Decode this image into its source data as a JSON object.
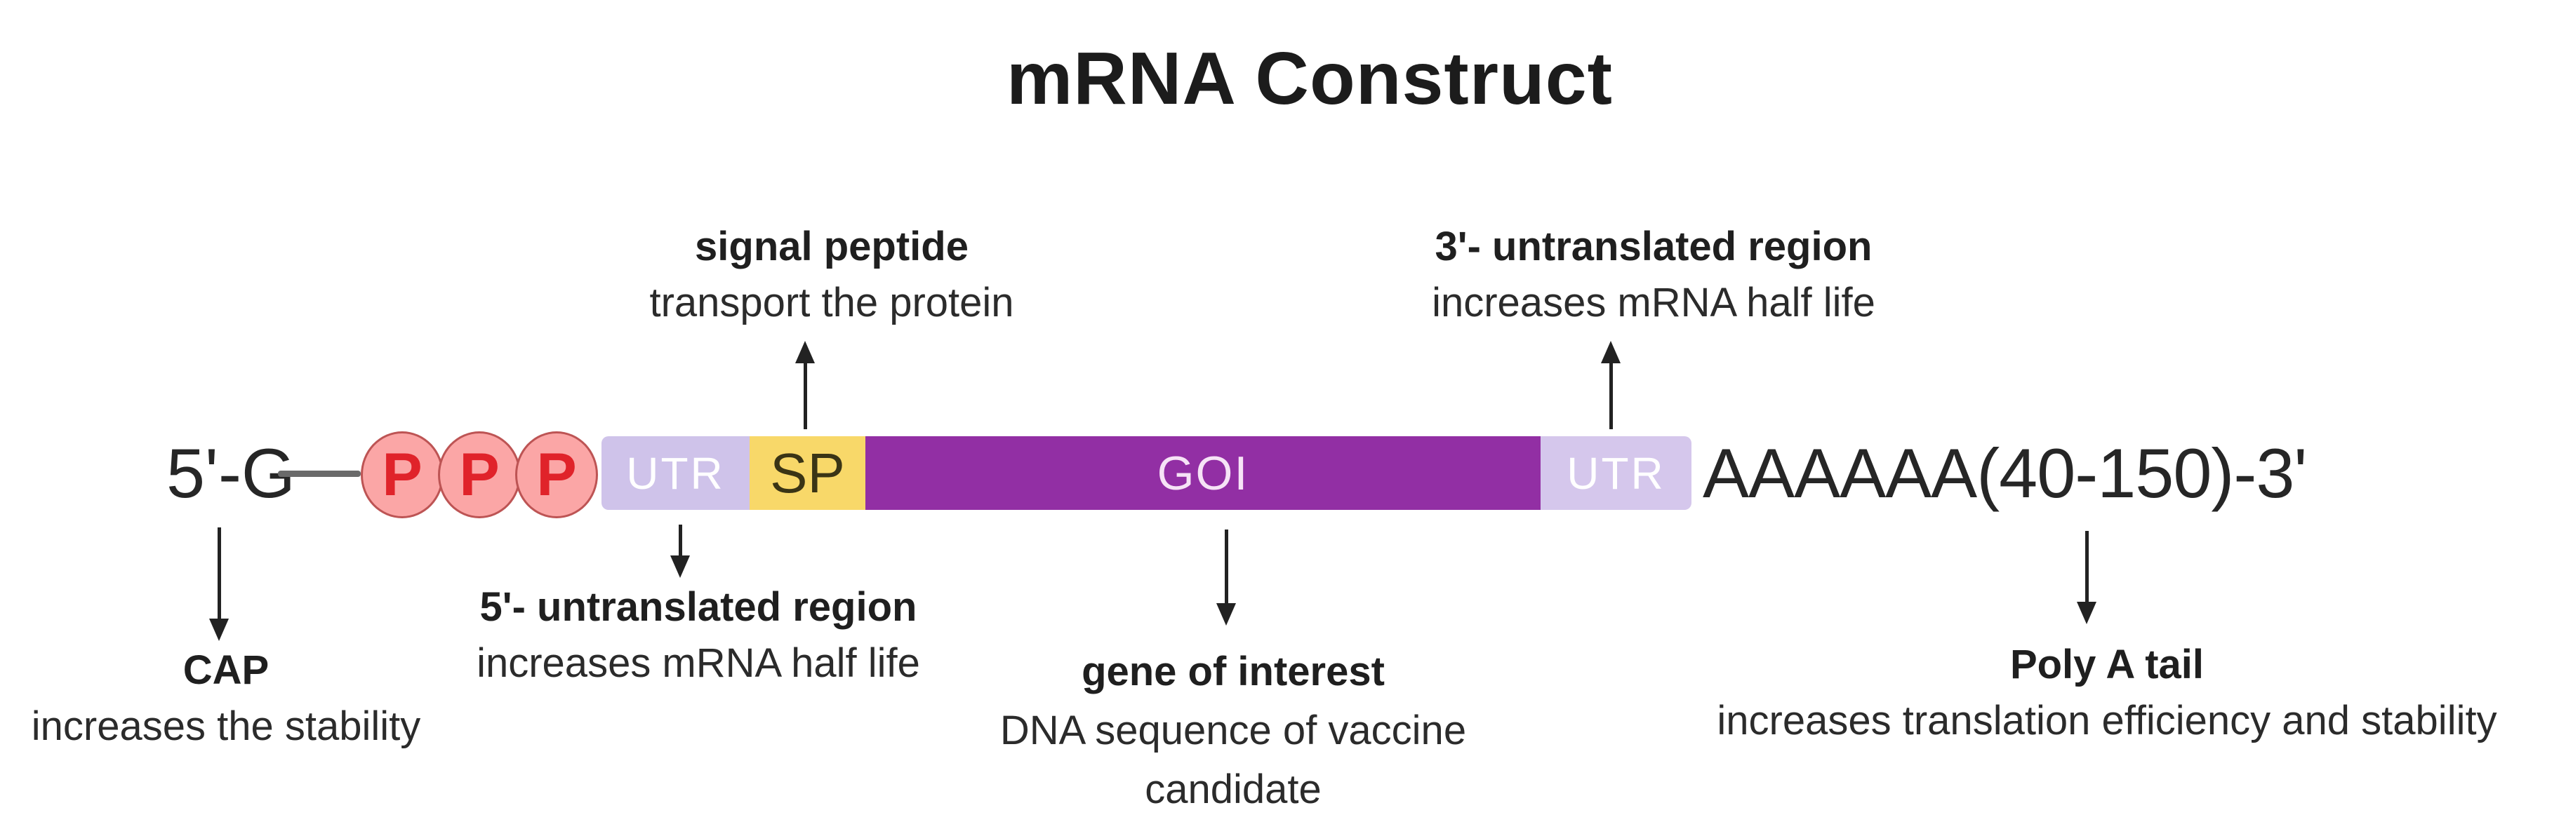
{
  "title": "mRNA Construct",
  "colors": {
    "phosphate_fill": "#FBA6A6",
    "phosphate_border": "#BD5454",
    "phosphate_letter": "#E0232A",
    "utr_fill": "#CFC3EA",
    "utr3_fill": "#D5C7EC",
    "utr_text": "#FFFFFF",
    "sp_fill": "#F8D869",
    "sp_text": "#3A3415",
    "goi_fill": "#922FA4",
    "goi_text": "#F6E3F6",
    "connector": "#6A6A6A"
  },
  "construct": {
    "five_prime_label": "5'-G",
    "phosphates": [
      "P",
      "P",
      "P"
    ],
    "segments": [
      {
        "id": "utr5",
        "label": "UTR"
      },
      {
        "id": "sp",
        "label": "SP"
      },
      {
        "id": "goi",
        "label": "GOI"
      },
      {
        "id": "utr3",
        "label": "UTR"
      }
    ],
    "three_prime_label": "AAAAAA(40-150)-3'"
  },
  "annotations": {
    "signal_peptide": {
      "title": "signal peptide",
      "description": "transport the protein"
    },
    "utr3": {
      "title": "3'- untranslated region",
      "description": "increases mRNA half life"
    },
    "cap": {
      "title": "CAP",
      "description": "increases the stability"
    },
    "utr5": {
      "title": "5'- untranslated region",
      "description": "increases mRNA half life"
    },
    "goi": {
      "title": "gene of interest",
      "description": "DNA sequence of vaccine candidate"
    },
    "polya": {
      "title": "Poly A tail",
      "description": "increases translation efficiency and stability"
    }
  }
}
